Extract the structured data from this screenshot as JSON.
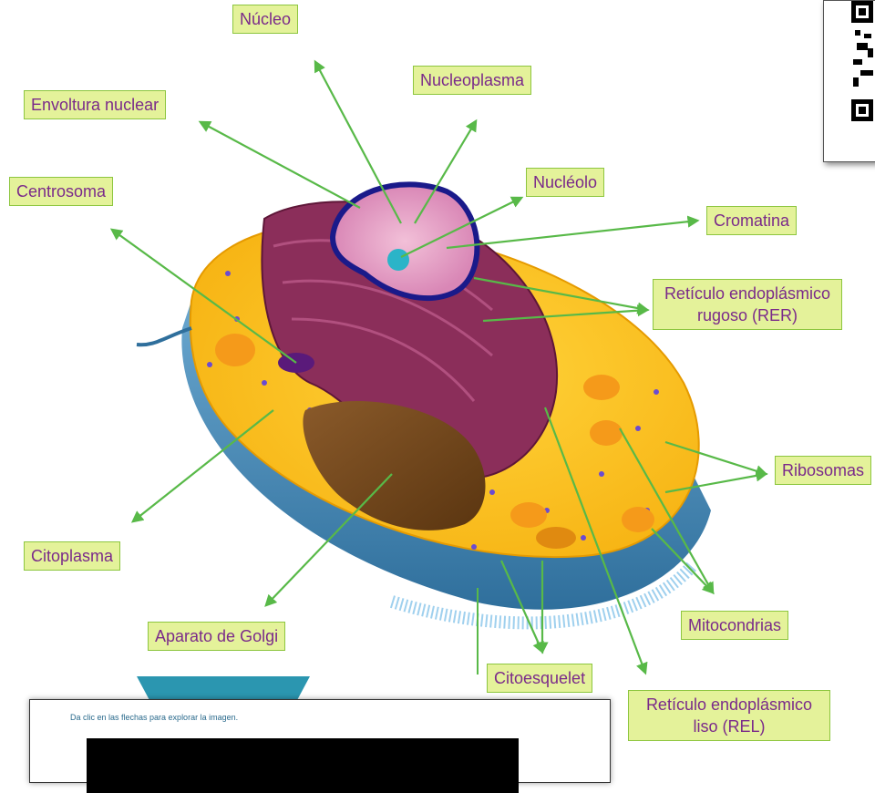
{
  "labels": {
    "nucleo": "Núcleo",
    "nucleoplasma": "Nucleoplasma",
    "envoltura_nuclear": "Envoltura nuclear",
    "centrosoma": "Centrosoma",
    "nucleolo": "Nucléolo",
    "cromatina": "Cromatina",
    "rer_line1": "Retículo endoplásmico",
    "rer_line2": "rugoso (RER)",
    "ribosomas": "Ribosomas",
    "citoplasma": "Citoplasma",
    "mitocondrias": "Mitocondrias",
    "aparato_golgi": "Aparato de Golgi",
    "citoesqueleto": "Citoesquelet",
    "rel_line1": "Retículo endoplásmico",
    "rel_line2": "liso (REL)"
  },
  "video": {
    "caption": "Da clic en las flechas para explorar la imagen."
  },
  "colors": {
    "label_bg": "#e4f29a",
    "label_border": "#8dc63f",
    "label_text": "#7a2a8a",
    "arrow": "#58b948"
  }
}
